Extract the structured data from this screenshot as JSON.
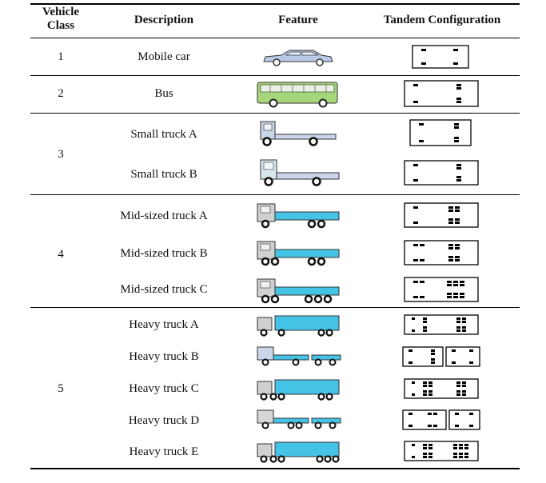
{
  "table": {
    "headers": {
      "vehicle_class": "Vehicle Class",
      "description": "Description",
      "feature": "Feature",
      "tandem": "Tandem Configuration"
    },
    "classes": [
      {
        "label": "1"
      },
      {
        "label": "2"
      },
      {
        "label": "3"
      },
      {
        "label": "4"
      },
      {
        "label": "5"
      }
    ],
    "rows": [
      {
        "class": "1",
        "description": "Mobile car",
        "feature_icon": "car-icon"
      },
      {
        "class": "2",
        "description": "Bus",
        "feature_icon": "bus-icon"
      },
      {
        "class": "3",
        "description": "Small truck A",
        "feature_icon": "small-truck-icon"
      },
      {
        "class": "3",
        "description": "Small truck B",
        "feature_icon": "small-truck-icon"
      },
      {
        "class": "4",
        "description": "Mid-sized truck A",
        "feature_icon": "mid-truck-icon"
      },
      {
        "class": "4",
        "description": "Mid-sized truck B",
        "feature_icon": "mid-truck-icon"
      },
      {
        "class": "4",
        "description": "Mid-sized truck C",
        "feature_icon": "mid-truck-icon"
      },
      {
        "class": "5",
        "description": "Heavy truck A",
        "feature_icon": "heavy-truck-icon"
      },
      {
        "class": "5",
        "description": "Heavy truck B",
        "feature_icon": "truck-trailer-icon"
      },
      {
        "class": "5",
        "description": "Heavy truck C",
        "feature_icon": "heavy-truck-icon"
      },
      {
        "class": "5",
        "description": "Heavy truck D",
        "feature_icon": "truck-trailer-icon"
      },
      {
        "class": "5",
        "description": "Heavy truck E",
        "feature_icon": "heavy-truck-icon"
      }
    ]
  },
  "colors": {
    "car": "#b9c9e6",
    "bus": "#a6d67a",
    "truck_cab": "#c9d6ea",
    "cargo": "#45c3e6"
  }
}
